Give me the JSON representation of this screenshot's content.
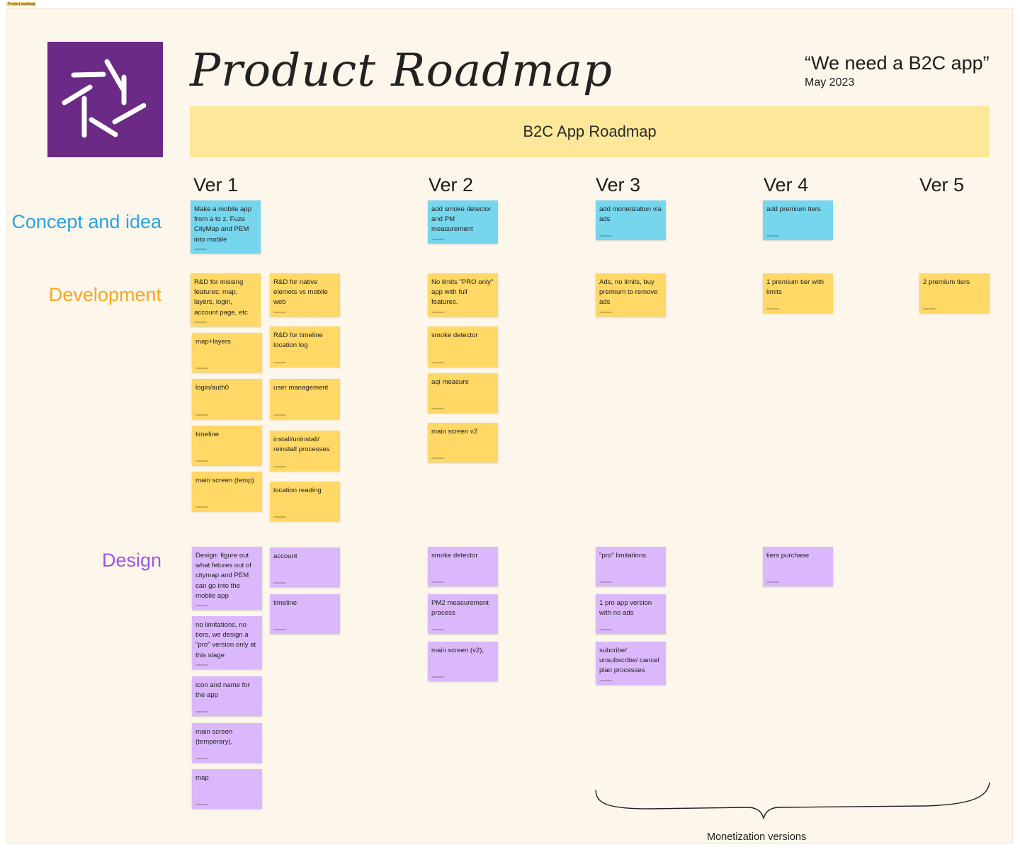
{
  "frame_tag": "Product roadmap",
  "title": "Product Roadmap",
  "quote": "“We need a B2C app”",
  "date": "May 2023",
  "banner": "B2C App Roadmap",
  "versions": [
    "Ver 1",
    "Ver 2",
    "Ver 3",
    "Ver 4",
    "Ver 5"
  ],
  "rows": {
    "concept": {
      "label": "Concept and idea",
      "color": "#2ba3e0"
    },
    "development": {
      "label": "Development",
      "color": "#f6a623"
    },
    "design": {
      "label": "Design",
      "color": "#9a56e8"
    }
  },
  "note_colors": {
    "blue": "#76d6ee",
    "yellow": "#ffd866",
    "purple": "#dbb8fb"
  },
  "notes": [
    {
      "text": "Make a mobile app from a to z. Fuze CityMap and PEM into mobile",
      "color": "blue"
    },
    {
      "text": "add smoke detector and PM measurement",
      "color": "blue"
    },
    {
      "text": "add monetization via ads",
      "color": "blue"
    },
    {
      "text": "add premium tiers",
      "color": "blue"
    },
    {
      "text": "R&D for missing features: map, layers, login, account page, etc",
      "color": "yellow"
    },
    {
      "text": "R&D for native elemets vs mobile web",
      "color": "yellow"
    },
    {
      "text": "map+layers",
      "color": "yellow"
    },
    {
      "text": "R&D for timeline location log",
      "color": "yellow"
    },
    {
      "text": "login/auth0",
      "color": "yellow"
    },
    {
      "text": "user management",
      "color": "yellow"
    },
    {
      "text": "timeline",
      "color": "yellow"
    },
    {
      "text": "install/uninstall/ reinstall processes",
      "color": "yellow"
    },
    {
      "text": "main screen (temp)",
      "color": "yellow"
    },
    {
      "text": "location reading",
      "color": "yellow"
    },
    {
      "text": "No limits \"PRO only\" app with full features.",
      "color": "yellow"
    },
    {
      "text": "smoke detector",
      "color": "yellow"
    },
    {
      "text": "aqi measure",
      "color": "yellow"
    },
    {
      "text": "main screen v2",
      "color": "yellow"
    },
    {
      "text": "Ads, no limits, buy premium to remove ads",
      "color": "yellow"
    },
    {
      "text": "1 premium tier with limits",
      "color": "yellow"
    },
    {
      "text": "2 premium tiers",
      "color": "yellow"
    },
    {
      "text": "Design: figure out what fetures out of citymap and PEM can go into the mobile app",
      "color": "purple"
    },
    {
      "text": "account",
      "color": "purple"
    },
    {
      "text": "timeline",
      "color": "purple"
    },
    {
      "text": "no limitations, no tiers, we design a \"pro\" version only at this stage",
      "color": "purple"
    },
    {
      "text": "icon and name for the app",
      "color": "purple"
    },
    {
      "text": "main screen (temporary),",
      "color": "purple"
    },
    {
      "text": "map",
      "color": "purple"
    },
    {
      "text": "smoke detector",
      "color": "purple"
    },
    {
      "text": "PM2 measurement process",
      "color": "purple"
    },
    {
      "text": "main screen (v2),",
      "color": "purple"
    },
    {
      "text": "\"pro\" limitations",
      "color": "purple"
    },
    {
      "text": "1 pro app version with no ads",
      "color": "purple"
    },
    {
      "text": "subcribe/ unsubscribe/ cancel plan processes",
      "color": "purple"
    },
    {
      "text": "tiers purchase",
      "color": "purple"
    }
  ],
  "brace_label": "Monetization versions"
}
